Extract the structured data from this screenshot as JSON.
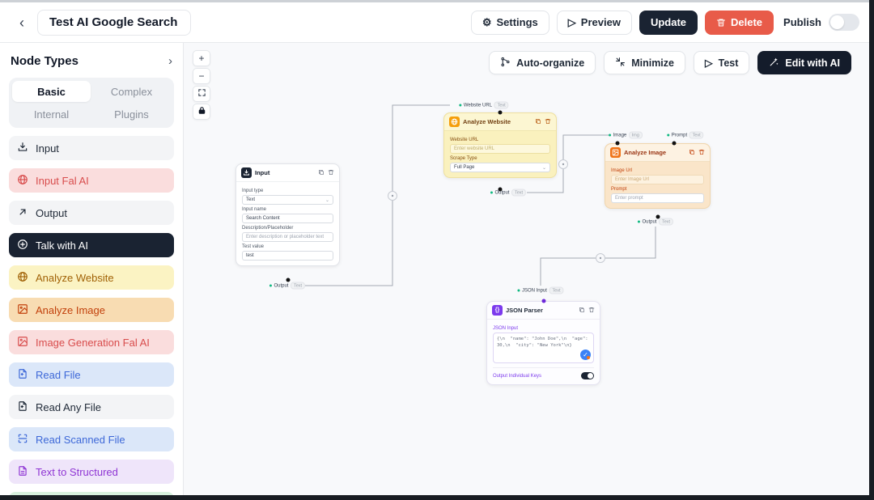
{
  "topbar": {
    "back_icon": "‹",
    "title": "Test AI Google Search",
    "settings_label": "Settings",
    "preview_label": "Preview",
    "update_label": "Update",
    "delete_label": "Delete",
    "publish_label": "Publish",
    "publish_toggle_state": "off"
  },
  "sidebar": {
    "title": "Node Types",
    "tabs": [
      {
        "label": "Basic",
        "active": true
      },
      {
        "label": "Complex",
        "active": false
      },
      {
        "label": "Internal",
        "active": false
      },
      {
        "label": "Plugins",
        "active": false
      }
    ],
    "items": [
      {
        "label": "Input",
        "icon": "download-icon",
        "variant": "gray"
      },
      {
        "label": "Input Fal AI",
        "icon": "sphere-icon",
        "variant": "red"
      },
      {
        "label": "Output",
        "icon": "arrow-up-right-icon",
        "variant": "gray"
      },
      {
        "label": "Talk with AI",
        "icon": "plus-circle-icon",
        "variant": "dark"
      },
      {
        "label": "Analyze Website",
        "icon": "globe-icon",
        "variant": "yellow"
      },
      {
        "label": "Analyze Image",
        "icon": "image-icon",
        "variant": "orange"
      },
      {
        "label": "Image Generation Fal AI",
        "icon": "image-icon",
        "variant": "red"
      },
      {
        "label": "Read File",
        "icon": "file-icon",
        "variant": "blue"
      },
      {
        "label": "Read Any File",
        "icon": "file-icon",
        "variant": "gray"
      },
      {
        "label": "Read Scanned File",
        "icon": "scan-icon",
        "variant": "blue"
      },
      {
        "label": "Text to Structured",
        "icon": "document-icon",
        "variant": "purple"
      }
    ]
  },
  "canvas": {
    "controls": {
      "zoom_in": "+",
      "zoom_out": "−",
      "fit_view": "fit-view-icon",
      "lock": "lock-icon"
    },
    "toolbar": {
      "auto_organize_label": "Auto-organize",
      "minimize_label": "Minimize",
      "test_label": "Test",
      "edit_with_ai_label": "Edit with AI"
    }
  },
  "nodes": {
    "input": {
      "title": "Input",
      "fields": {
        "input_type_label": "Input type",
        "input_type_value": "Text",
        "input_name_label": "Input name",
        "input_name_value": "Search Content",
        "description_label": "Description/Placeholder",
        "description_placeholder": "Enter description or placeholder text",
        "test_value_label": "Test value",
        "test_value_value": "test"
      },
      "output_handle": {
        "label": "Output",
        "type": "Text"
      }
    },
    "analyze_website": {
      "title": "Analyze Website",
      "input_handle": {
        "label": "Website URL",
        "type": "Text"
      },
      "fields": {
        "website_url_label": "Website URL",
        "website_url_placeholder": "Enter website URL",
        "scrape_type_label": "Scrape Type",
        "scrape_type_value": "Full Page"
      },
      "output_handle": {
        "label": "Output",
        "type": "Text"
      }
    },
    "analyze_image": {
      "title": "Analyze Image",
      "input_handles": [
        {
          "label": "Image",
          "type": "Img"
        },
        {
          "label": "Prompt",
          "type": "Text"
        }
      ],
      "fields": {
        "image_url_label": "Image Url",
        "image_url_placeholder": "Enter Image Url",
        "prompt_label": "Prompt",
        "prompt_placeholder": "Enter prompt"
      },
      "output_handle": {
        "label": "Output",
        "type": "Text"
      }
    },
    "json_parser": {
      "title": "JSON Parser",
      "input_handle": {
        "label": "JSON Input",
        "type": "Text"
      },
      "fields": {
        "json_input_label": "JSON Input",
        "json_input_value": "{\\n  \"name\": \"John Doe\",\\n  \"age\": 30,\\n  \"city\": \"New York\"\\n}",
        "output_keys_label": "Output Individual Keys",
        "output_keys_toggle_state": "on"
      }
    }
  },
  "colors": {
    "update_button": "#1a2332",
    "delete_button": "#e85b49",
    "canvas_bg": "#f8f9fb",
    "analyze_website_accent": "#f59e0b",
    "analyze_image_accent": "#f07316",
    "json_parser_accent": "#7c3aed",
    "handle_green": "#10b981"
  }
}
